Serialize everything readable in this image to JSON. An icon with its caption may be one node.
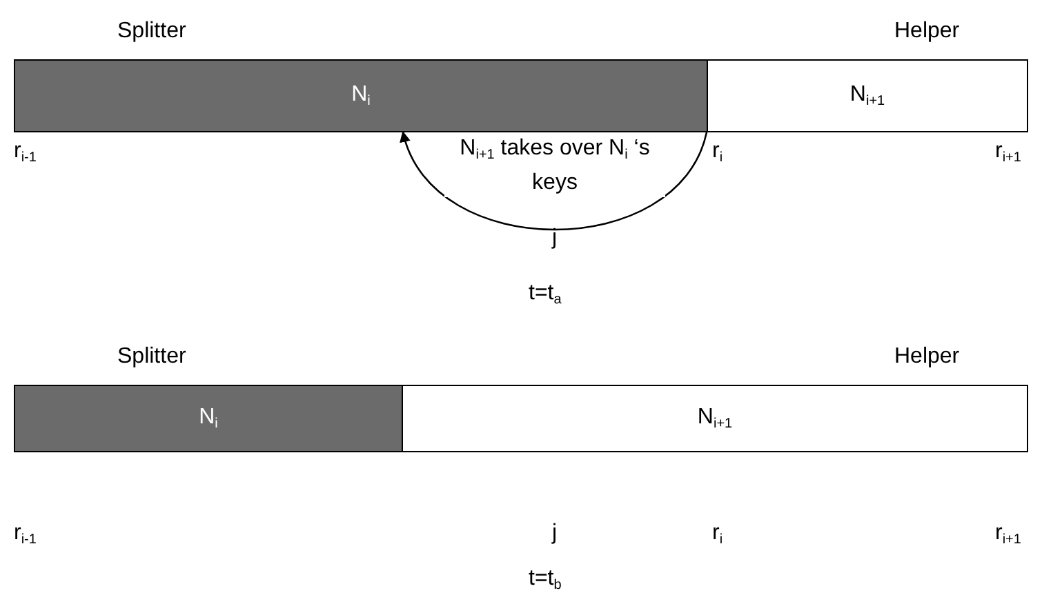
{
  "diagram": {
    "nodes": [
      {
        "text": [
          "N$_{i}$"
        ]
      },
      {
        "text": [
          "N$_{i+1}$"
        ]
      },
      {
        "text": [
          "N$_{i}$"
        ]
      },
      {
        "text": [
          "N$_{i+1}$"
        ]
      }
    ],
    "edges": [
      {
        "from": 1,
        "to": 0,
        "arrow": "to",
        "label": "N$_{i+1}$ takes over N$_{i}$ ‘s keys"
      }
    ],
    "labels": [
      "Splitter",
      "Helper",
      "r$_{i-1}$",
      "r$_{i}$",
      "r$_{i+1}$",
      "j",
      "t=t$_{a}$",
      "Splitter",
      "Helper",
      "r$_{i-1}$",
      "j",
      "r$_{i}$",
      "r$_{i+1}$",
      "t=t$_{b}$"
    ]
  }
}
